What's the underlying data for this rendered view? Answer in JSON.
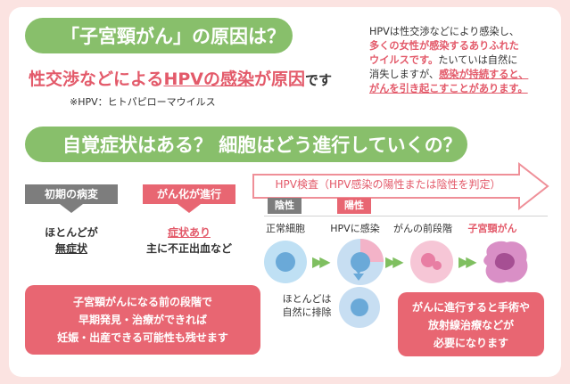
{
  "header": {
    "pill1": "「子宮頸がん」の原因は？",
    "headline_a": "性交渉などによる",
    "headline_b": "HPVの感染",
    "headline_c": "が原因",
    "headline_d": "です",
    "note": "※HPV：ヒトパピローマウイルス"
  },
  "info": {
    "l1": "HPVは性交渉などにより感染し、",
    "l2": "多くの女性が感染するありふれた",
    "l3": "ウイルスです。",
    "l3b": "たいていは自然に",
    "l4": "消失しますが、",
    "l4b": "感染が持続すると、",
    "l5": "がんを引き起こすことがあります。"
  },
  "section2": {
    "pill2": "自覚症状はある？ 細胞はどう進行していくの？"
  },
  "stages": {
    "early_tab": "初期の病変",
    "early_1": "ほとんどが",
    "early_2": "無症状",
    "cancer_tab": "がん化が進行",
    "cancer_1": "症状あり",
    "cancer_2": "主に不正出血など"
  },
  "test": {
    "arrow_label": "HPV検査（HPV感染の陽性または陰性を判定）",
    "negative": "陰性",
    "positive": "陽性"
  },
  "cells": {
    "normal": "正常細胞",
    "infected": "HPVに感染",
    "precancer": "がんの前段階",
    "cancer": "子宮頸がん",
    "mostly_1": "ほとんどは",
    "mostly_2": "自然に排除"
  },
  "boxes": {
    "b1_1": "子宮頸がんになる前の段階で",
    "b1_2": "早期発見・治療ができれば",
    "b1_3": "妊娠・出産できる可能性も残せます",
    "b2_1": "がんに進行すると手術や",
    "b2_2": "放射線治療などが",
    "b2_3": "必要になります"
  },
  "colors": {
    "green": "#88bf6b",
    "red": "#e86672",
    "gray": "#7d7d7d",
    "pink_bg": "#fbe3e1"
  }
}
